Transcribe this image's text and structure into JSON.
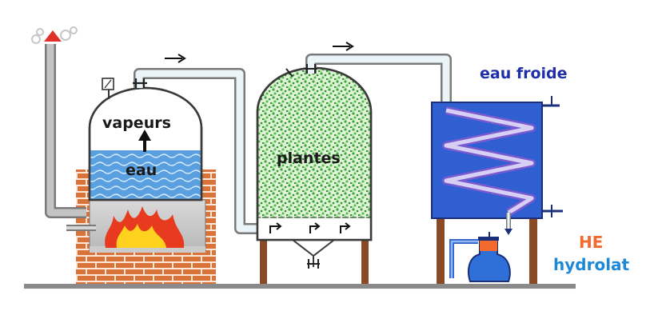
{
  "labels": {
    "vapeurs": "vapeurs",
    "eau": "eau",
    "plantes": "plantes",
    "eau_froide": "eau froide",
    "he": "HE",
    "hydrolat": "hydrolat"
  },
  "colors": {
    "brick": "#d9733a",
    "water": "#5aa0e0",
    "condenser": "#2f5fd0",
    "coil": "#9a5ad8",
    "leaves": "#3fa63c",
    "flame_outer": "#e83a1e",
    "flame_inner": "#ffd21f",
    "label_blue": "#1f2fa8",
    "label_orange": "#f26a2e",
    "label_hydrolat": "#1e88d8"
  },
  "icons": [
    "smoke-arrow-icon",
    "flow-arrow-icon",
    "up-arrow-icon",
    "valve-icon",
    "pressure-gauge-icon"
  ]
}
